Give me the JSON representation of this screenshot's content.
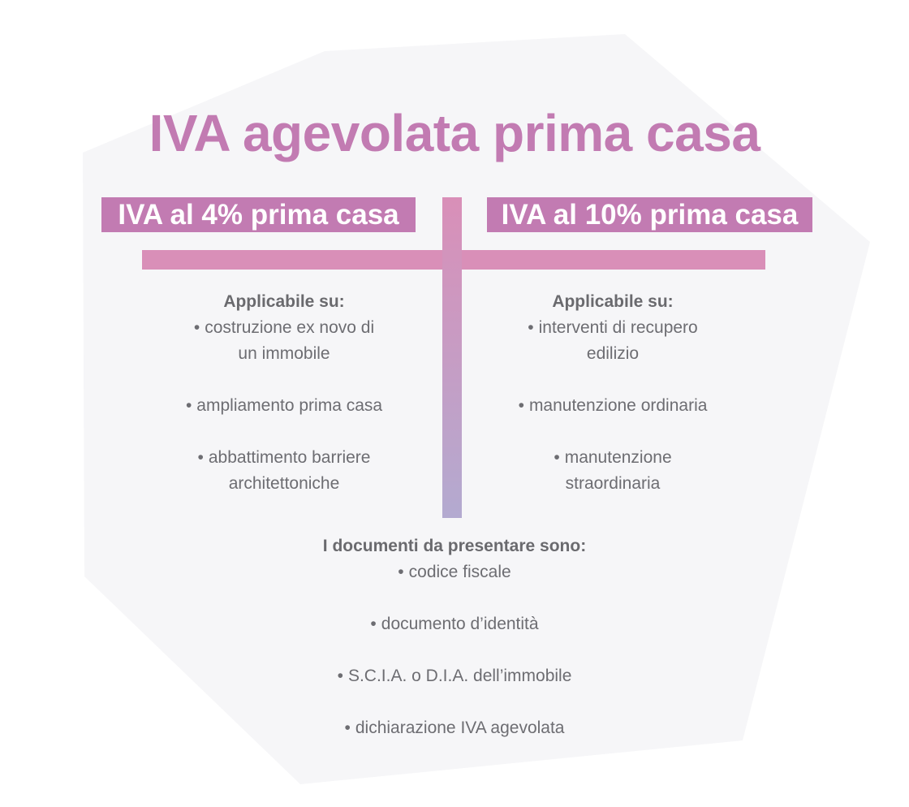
{
  "title": "IVA agevolata prima casa",
  "colors": {
    "accent": "#c27bb2",
    "bar_pink": "#d98fb8",
    "bar_lavender": "#b3aad0",
    "background_shape": "#f6f6f8",
    "text": "#6d6d72"
  },
  "left": {
    "header": "IVA al 4% prima casa",
    "heading": "Applicabile su:",
    "items": [
      "costruzione ex novo di un immobile",
      "ampliamento prima casa",
      "abbattimento barriere architettoniche"
    ]
  },
  "right": {
    "header": "IVA al 10% prima casa",
    "heading": "Applicabile su:",
    "items": [
      "interventi di recupero edilizio",
      "manutenzione ordinaria",
      "manutenzione straordinaria"
    ]
  },
  "documents": {
    "heading": "I documenti da presentare sono:",
    "items": [
      "codice fiscale",
      "documento d’identità",
      "S.C.I.A. o D.I.A. dell’immobile",
      "dichiarazione IVA agevolata"
    ]
  }
}
